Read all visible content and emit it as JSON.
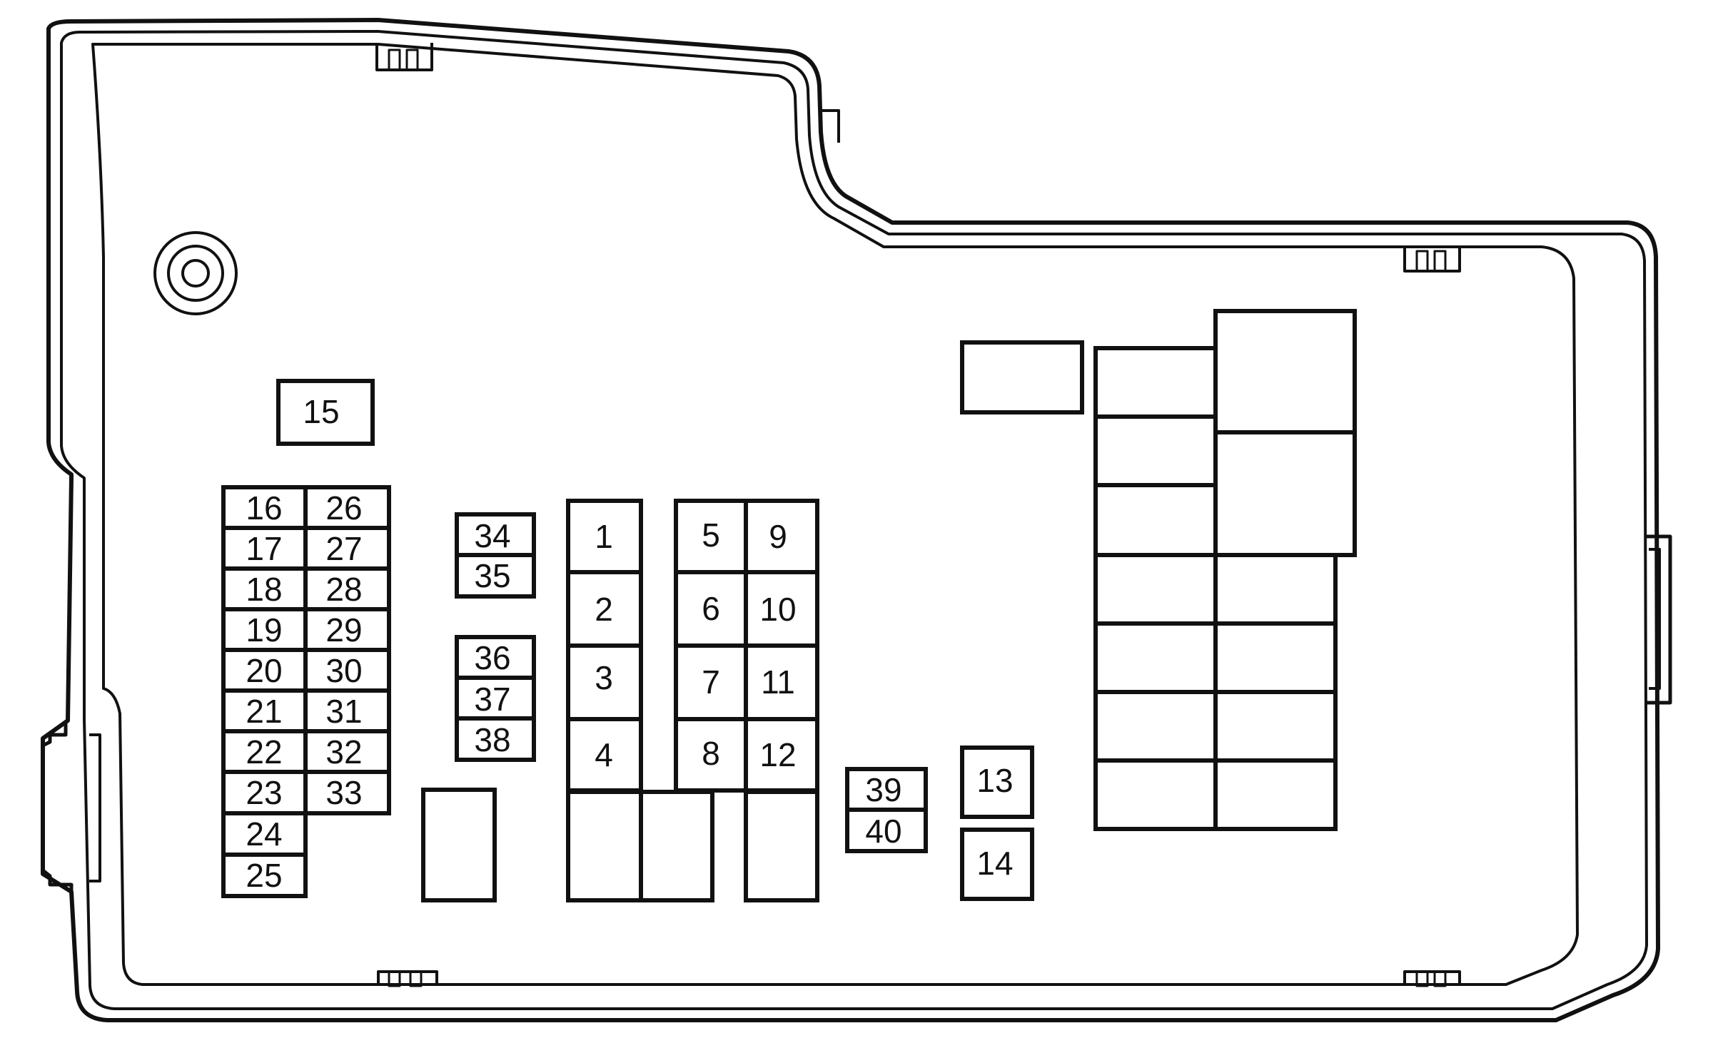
{
  "fuse_labels": {
    "f1": "1",
    "f2": "2",
    "f3": "3",
    "f4": "4",
    "f5": "5",
    "f6": "6",
    "f7": "7",
    "f8": "8",
    "f9": "9",
    "f10": "10",
    "f11": "11",
    "f12": "12",
    "f13": "13",
    "f14": "14",
    "f15": "15",
    "f16": "16",
    "f17": "17",
    "f18": "18",
    "f19": "19",
    "f20": "20",
    "f21": "21",
    "f22": "22",
    "f23": "23",
    "f24": "24",
    "f25": "25",
    "f26": "26",
    "f27": "27",
    "f28": "28",
    "f29": "29",
    "f30": "30",
    "f31": "31",
    "f32": "32",
    "f33": "33",
    "f34": "34",
    "f35": "35",
    "f36": "36",
    "f37": "37",
    "f38": "38",
    "f39": "39",
    "f40": "40"
  },
  "colors": {
    "line": "#111111",
    "background": "#ffffff"
  }
}
